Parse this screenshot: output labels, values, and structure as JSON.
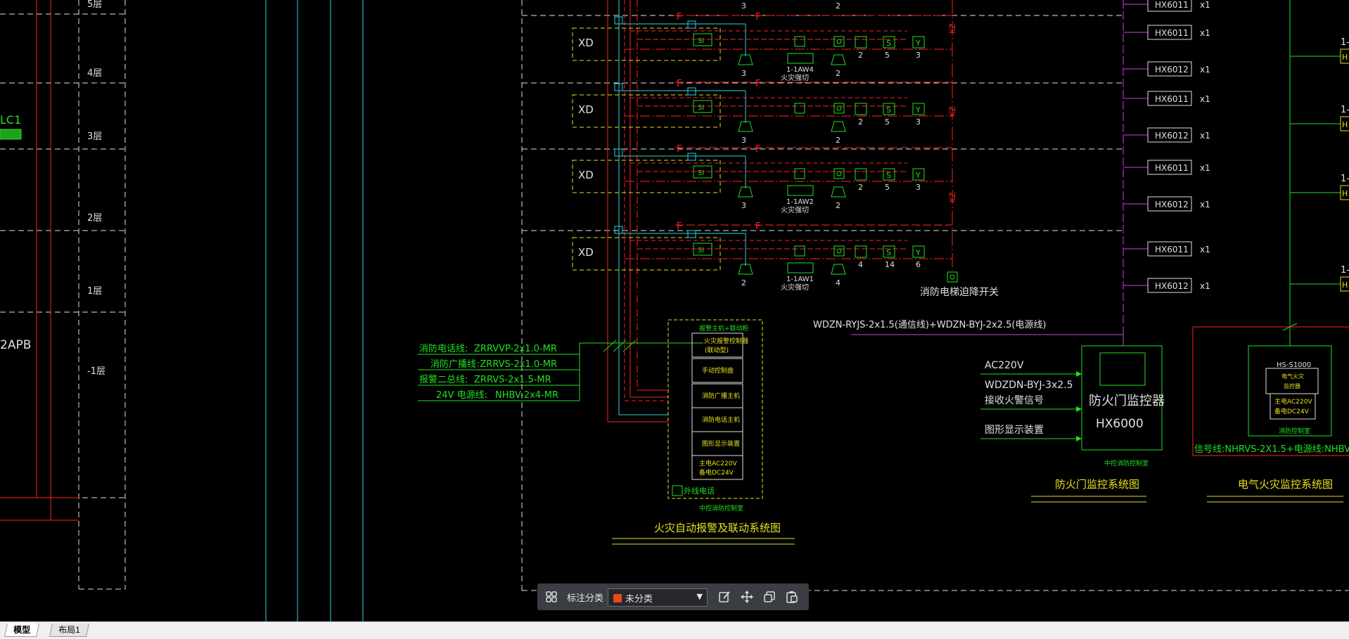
{
  "floors": [
    "5层",
    "4层",
    "3层",
    "2层",
    "1层",
    "-1层"
  ],
  "left_labels": {
    "lc1": "LC1",
    "apb": "2APB"
  },
  "xd_label": "XD",
  "si_label": "SI",
  "device_counts": [
    {
      "speaker": "3",
      "phone": "2",
      "detector": "2",
      "manual": "5",
      "hydrant": "3",
      "top_speaker": "3",
      "top_phone": "2"
    },
    {
      "speaker": "3",
      "phone": "2",
      "detector": "2",
      "manual": "5",
      "hydrant": "3"
    },
    {
      "speaker": "3",
      "phone": "2",
      "detector": "2",
      "manual": "5",
      "hydrant": "3"
    },
    {
      "speaker": "2",
      "phone": "4",
      "detector": "4",
      "manual": "14",
      "hydrant": "6"
    }
  ],
  "cutoff_boxes": [
    {
      "code": "1-1AW4",
      "label": "火灾强切"
    },
    {
      "code": "1-1AW2",
      "label": "火灾强切"
    },
    {
      "code": "1-1AW1",
      "label": "火灾强切"
    }
  ],
  "kz_label": "KZ",
  "elevator_switch": "消防电梯迫降开关",
  "cable_text": "WDZN-RYJS-2x1.5(通信线)+WDZN-BYJ-2x2.5(电源线)",
  "hx_items": [
    {
      "code": "HX6011",
      "qty": "x1"
    },
    {
      "code": "HX6011",
      "qty": "x1"
    },
    {
      "code": "HX6012",
      "qty": "x1"
    },
    {
      "code": "HX6011",
      "qty": "x1"
    },
    {
      "code": "HX6012",
      "qty": "x1"
    },
    {
      "code": "HX6011",
      "qty": "x1"
    },
    {
      "code": "HX6012",
      "qty": "x1"
    },
    {
      "code": "HX6011",
      "qty": "x1"
    },
    {
      "code": "HX6012",
      "qty": "x1"
    }
  ],
  "right_edge_labels": [
    "1-",
    "1-",
    "1-",
    "1-"
  ],
  "right_edge_boxes": [
    "H",
    "H",
    "H",
    "H"
  ],
  "cable_legend": [
    {
      "name": "消防电话线:",
      "spec": "ZRRVVP-2x1.0-MR"
    },
    {
      "name": "消防广播线",
      "spec": ":ZRRVS-2x1.0-MR"
    },
    {
      "name": "报警二总线:",
      "spec": "ZRRVS-2x1.5-MR"
    },
    {
      "name": "24V 电源线:",
      "spec": "NHBV-2x4-MR"
    }
  ],
  "control_panel": {
    "header": "报警主机+联动柜",
    "rows": [
      "火灾报警控制器(联动型)",
      "手动控制盘",
      "消防广播主机",
      "消防电话主机",
      "图形显示装置",
      "主电AC220V\n备电DC24V"
    ],
    "phone": "外线电话",
    "room": "中控消防控制室"
  },
  "fire_system_title": "火灾自动报警及联动系统图",
  "door_system": {
    "inputs": [
      "AC220V",
      "WDZDN-BYJ-3x2.5",
      "接收火警信号",
      "图形显示装置"
    ],
    "device_name": "防火门监控器",
    "device_model": "HX6000",
    "room": "中控消防控制室",
    "title": "防火门监控系统图"
  },
  "elec_system": {
    "model": "HS-S1000",
    "rows": [
      "电气火灾",
      "监控器",
      "主电AC220V",
      "备电DC24V"
    ],
    "room": "消防控制室",
    "cable": "信号线:NHRVS-2X1.5+电源线:NHBV-",
    "title": "电气火灾监控系统图"
  },
  "toolbar": {
    "label": "标注分类",
    "selected": "未分类",
    "swatch": "#e84a1a",
    "icons": [
      "grid-icon",
      "edit-icon",
      "move-icon",
      "copy-icon",
      "paste-icon"
    ]
  },
  "tabs": [
    "模型",
    "布局1"
  ]
}
